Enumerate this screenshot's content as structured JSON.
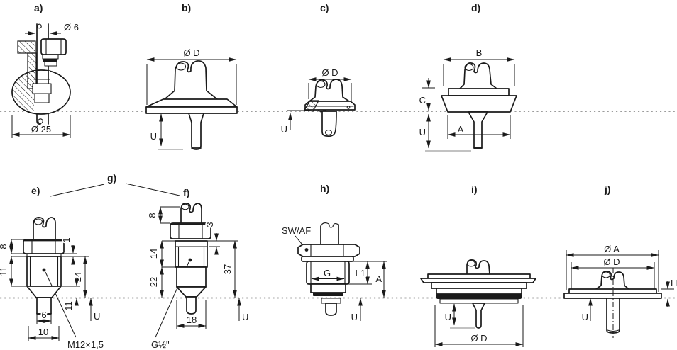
{
  "figure": {
    "background": "#ffffff",
    "line_color": "#1a1a1a",
    "dotted_line_color": "#8f8f8f",
    "panels": {
      "a": {
        "label": "a)",
        "dim_diameter_top": "Ø 6",
        "dim_diameter_bottom": "Ø 25"
      },
      "b": {
        "label": "b)",
        "dim_diameter": "Ø D",
        "dim_insertion": "U"
      },
      "c": {
        "label": "c)",
        "dim_diameter": "Ø D",
        "dim_insertion": "U"
      },
      "d": {
        "label": "d)",
        "dim_width_top": "B",
        "dim_height": "C",
        "dim_width_bottom": "A",
        "dim_insertion": "U"
      },
      "e": {
        "label": "e)",
        "dim_hex_height": "8",
        "dim_body_height": "11",
        "dim_washer": "1",
        "dim_total": "24",
        "dim_tip": "11",
        "dim_tip_width": "6",
        "dim_bottom_width": "10",
        "dim_insertion": "U",
        "thread_label": "M12×1,5"
      },
      "f": {
        "label": "f)",
        "dim_tube_height": "8",
        "dim_collar": "3",
        "dim_upper_body": "14",
        "dim_lower_body": "22",
        "dim_total": "37",
        "dim_bottom_width": "18",
        "dim_insertion": "U",
        "thread_label": "G½\""
      },
      "g": {
        "label": "g)"
      },
      "h": {
        "label": "h)",
        "wrench_label": "SW/AF",
        "dim_thread": "G",
        "dim_thread_length": "L1",
        "dim_total": "A",
        "dim_insertion": "U"
      },
      "i": {
        "label": "i)",
        "dim_insertion": "U",
        "dim_diameter": "Ø D"
      },
      "j": {
        "label": "j)",
        "dim_outer_diameter": "Ø A",
        "dim_diameter": "Ø D",
        "dim_height": "H",
        "dim_insertion": "U"
      }
    }
  }
}
